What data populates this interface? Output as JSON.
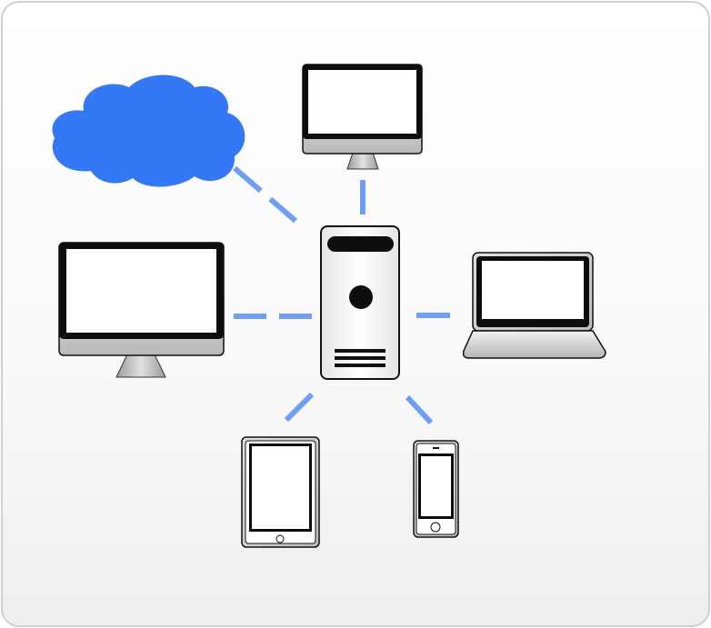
{
  "diagram": {
    "nodes": [
      {
        "id": "cloud",
        "icon": "cloud-icon",
        "color": "#3478f6"
      },
      {
        "id": "monitor-top",
        "icon": "desktop-monitor-icon"
      },
      {
        "id": "monitor-left",
        "icon": "desktop-monitor-icon"
      },
      {
        "id": "server",
        "icon": "server-tower-icon"
      },
      {
        "id": "laptop",
        "icon": "laptop-icon"
      },
      {
        "id": "tablet",
        "icon": "tablet-icon"
      },
      {
        "id": "phone",
        "icon": "smartphone-icon"
      }
    ],
    "connections": [
      {
        "from": "cloud",
        "to": "server"
      },
      {
        "from": "monitor-top",
        "to": "server"
      },
      {
        "from": "monitor-left",
        "to": "server"
      },
      {
        "from": "laptop",
        "to": "server"
      },
      {
        "from": "tablet",
        "to": "server"
      },
      {
        "from": "phone",
        "to": "server"
      }
    ],
    "colors": {
      "link": "#6f9ef5",
      "cloud": "#3478f6",
      "device_outline": "#111111",
      "screen": "#ffffff",
      "bezel": "#0d0d0d"
    }
  }
}
